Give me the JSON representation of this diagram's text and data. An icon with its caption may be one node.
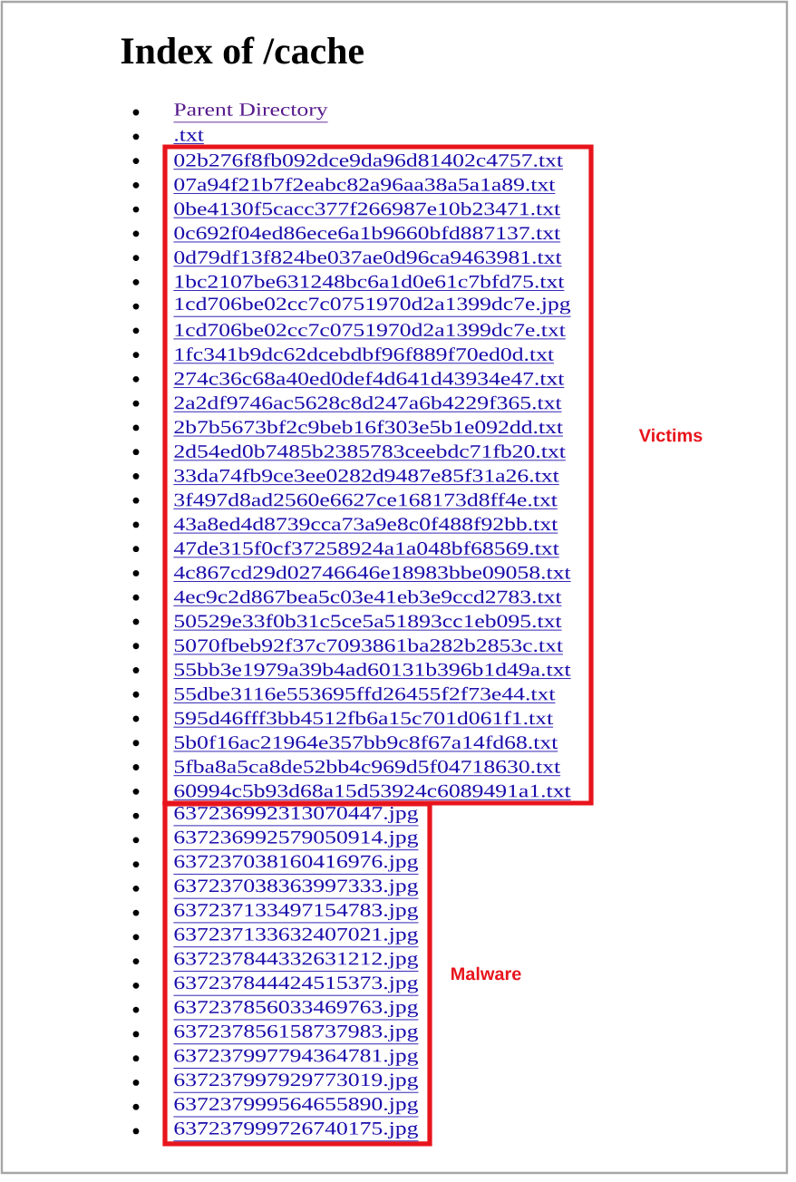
{
  "diagram": {
    "title": "Index of /cache",
    "nodes": [
      {
        "text": [],
        "shape": "box",
        "beside": [
          "Victims"
        ]
      },
      {
        "text": [],
        "shape": "box",
        "beside": [
          "Malware"
        ]
      }
    ],
    "labels": [
      "Parent Directory",
      ".txt",
      "02b276f8fb092dce9da96d81402c4757.txt",
      "07a94f21b7f2eabc82a96aa38a5a1a89.txt",
      "0be4130f5cacc377f266987e10b23471.txt",
      "0c692f04ed86ece6a1b9660bfd887137.txt",
      "0d79df13f824be037ae0d96ca9463981.txt",
      "1bc2107be631248bc6a1d0e61c7bfd75.txt",
      "1cd706be02cc7c0751970d2a1399dc7e.jpg",
      "1cd706be02cc7c0751970d2a1399dc7e.txt",
      "1fc341b9dc62dcebdbf96f889f70ed0d.txt",
      "274c36c68a40ed0def4d641d43934e47.txt",
      "2a2df9746ac5628c8d247a6b4229f365.txt",
      "2b7b5673bf2c9beb16f303e5b1e092dd.txt",
      "2d54ed0b7485b2385783ceebdc71fb20.txt",
      "33da74fb9ce3ee0282d9487e85f31a26.txt",
      "3f497d8ad2560e6627ce168173d8ff4e.txt",
      "43a8ed4d8739cca73a9e8c0f488f92bb.txt",
      "47de315f0cf37258924a1a048bf68569.txt",
      "4c867cd29d02746646e18983bbe09058.txt",
      "4ec9c2d867bea5c03e41eb3e9ccd2783.txt",
      "50529e33f0b31c5ce5a51893cc1eb095.txt",
      "5070fbeb92f37c7093861ba282b2853c.txt",
      "55bb3e1979a39b4ad60131b396b1d49a.txt",
      "55dbe3116e553695ffd26455f2f73e44.txt",
      "595d46fff3bb4512fb6a15c701d061f1.txt",
      "5b0f16ac21964e357bb9c8f67a14fd68.txt",
      "5fba8a5ca8de52bb4c969d5f04718630.txt",
      "60994c5b93d68a15d53924c6089491a1.txt",
      "637236992313070447.jpg",
      "637236992579050914.jpg",
      "637237038160416976.jpg",
      "637237038363997333.jpg",
      "637237133497154783.jpg",
      "637237133632407021.jpg",
      "637237844332631212.jpg",
      "637237844424515373.jpg",
      "637237856033469763.jpg",
      "637237856158737983.jpg",
      "637237997794364781.jpg",
      "637237997929773019.jpg",
      "637237999564655890.jpg",
      "637237999726740175.jpg"
    ]
  }
}
